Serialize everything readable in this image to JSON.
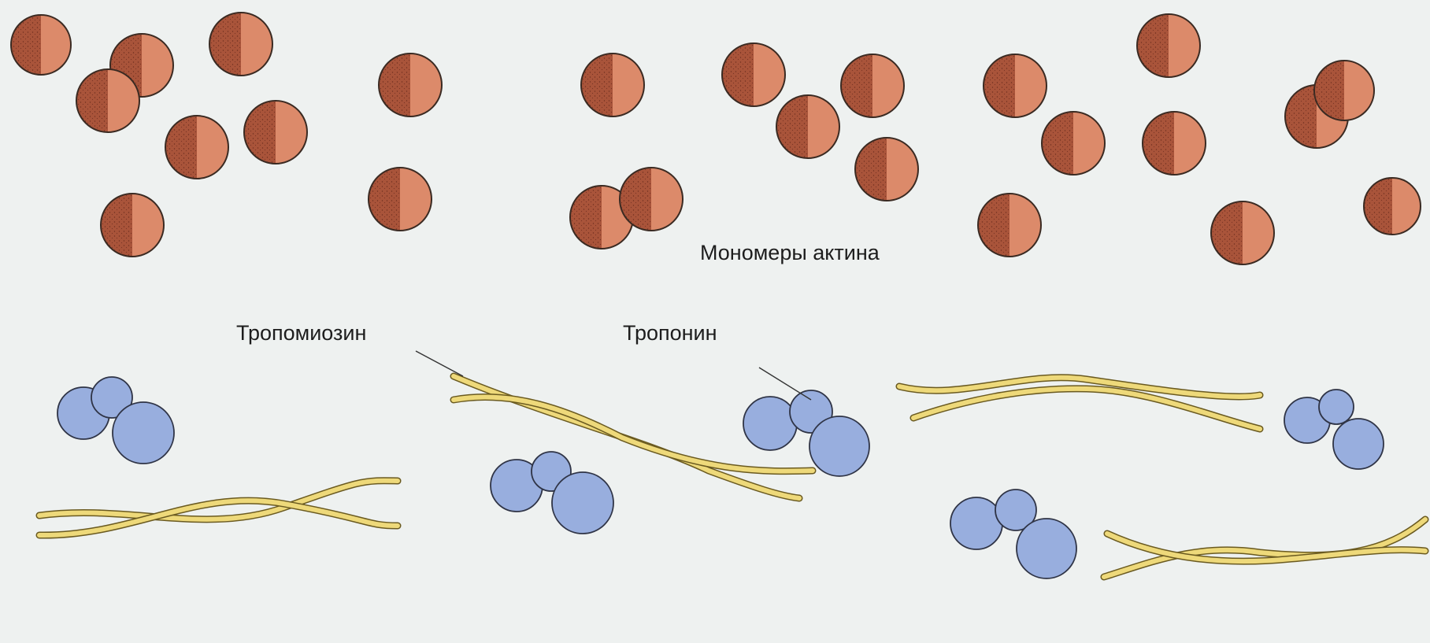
{
  "labels": {
    "actin_monomers": "Мономеры актина",
    "tropomyosin": "Тропомиозин",
    "troponin": "Тропонин"
  },
  "colors": {
    "background": "#eef1f0",
    "actin_dark": "#a9543a",
    "actin_light": "#dc8a6a",
    "actin_outline": "#3a2a22",
    "troponin_fill": "#98aede",
    "troponin_outline": "#2f3446",
    "tropomyosin_fill": "#eed97a",
    "tropomyosin_outline": "#6a5a20"
  }
}
